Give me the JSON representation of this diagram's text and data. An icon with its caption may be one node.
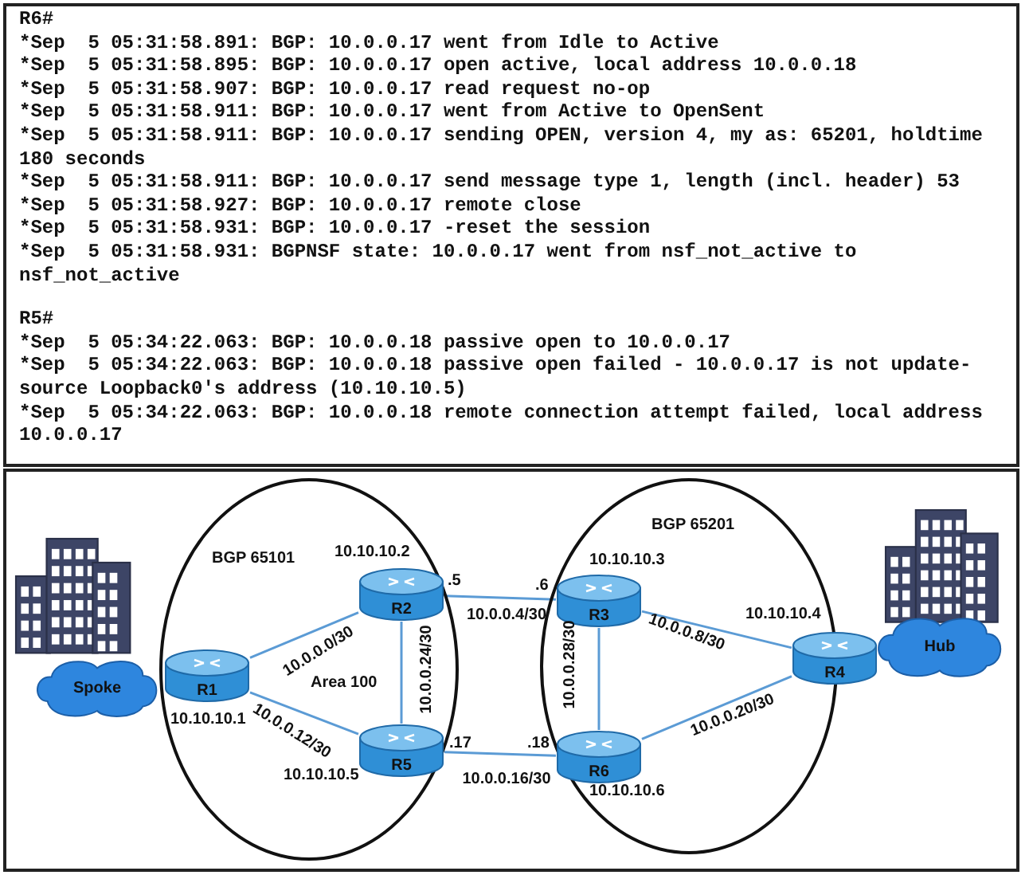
{
  "diagram": {
    "nodes": [
      {
        "text": [
          "BGP 65101",
          "Area 100"
        ]
      },
      {
        "text": [
          "BGP 65201"
        ]
      },
      {
        "text": [
          "Spoke"
        ]
      },
      {
        "text": [
          "Hub"
        ]
      },
      {
        "text": [
          "R1"
        ],
        "beside": [
          "10.10.10.1"
        ],
        "in": 0
      },
      {
        "text": [
          "R2"
        ],
        "beside": [
          "10.10.10.2"
        ],
        "in": 0
      },
      {
        "text": [
          "R5"
        ],
        "beside": [
          "10.10.10.5"
        ],
        "in": 0
      },
      {
        "text": [
          "R3"
        ],
        "beside": [
          "10.10.10.3"
        ],
        "in": 1
      },
      {
        "text": [
          "R6"
        ],
        "beside": [
          "10.10.10.6"
        ],
        "in": 1
      },
      {
        "text": [
          "R4"
        ],
        "beside": [
          "10.10.10.4"
        ]
      }
    ],
    "edges": [
      {
        "from": 4,
        "to": 5,
        "arrow": "none",
        "label": "10.0.0.0/30"
      },
      {
        "from": 4,
        "to": 6,
        "arrow": "none",
        "label": "10.0.0.12/30"
      },
      {
        "from": 5,
        "to": 6,
        "arrow": "none",
        "label": "10.0.0.24/30"
      },
      {
        "from": 5,
        "to": 7,
        "arrow": "none",
        "label": "10.0.0.4/30"
      },
      {
        "from": 6,
        "to": 8,
        "arrow": "none",
        "label": "10.0.0.16/30"
      },
      {
        "from": 7,
        "to": 8,
        "arrow": "none",
        "label": "10.0.0.28/30"
      },
      {
        "from": 7,
        "to": 9,
        "arrow": "none",
        "label": "10.0.0.8/30"
      },
      {
        "from": 8,
        "to": 9,
        "arrow": "none",
        "label": "10.0.0.20/30"
      }
    ],
    "labels": [
      "R6#",
      "*Sep  5 05:31:58.891: BGP: 10.0.0.17 went from Idle to Active",
      "*Sep  5 05:31:58.895: BGP: 10.0.0.17 open active, local address 10.0.0.18",
      "*Sep  5 05:31:58.907: BGP: 10.0.0.17 read request no-op",
      "*Sep  5 05:31:58.911: BGP: 10.0.0.17 went from Active to OpenSent",
      "*Sep  5 05:31:58.911: BGP: 10.0.0.17 sending OPEN, version 4, my as: 65201, holdtime 180 seconds",
      "*Sep  5 05:31:58.911: BGP: 10.0.0.17 send message type 1, length (incl. header) 53",
      "*Sep  5 05:31:58.927: BGP: 10.0.0.17 remote close",
      "*Sep  5 05:31:58.931: BGP: 10.0.0.17 -reset the session",
      "*Sep  5 05:31:58.931: BGPNSF state: 10.0.0.17 went from nsf_not_active to nsf_not_active",
      "R5#",
      "*Sep  5 05:34:22.063: BGP: 10.0.0.18 passive open to 10.0.0.17",
      "*Sep  5 05:34:22.063: BGP: 10.0.0.18 passive open failed - 10.0.0.17 is not update-source Loopback0's address (10.10.10.5)",
      "*Sep  5 05:34:22.063: BGP: 10.0.0.18 remote connection attempt failed, local address 10.0.0.17",
      ".5",
      ".6",
      ".17",
      ".18"
    ]
  }
}
